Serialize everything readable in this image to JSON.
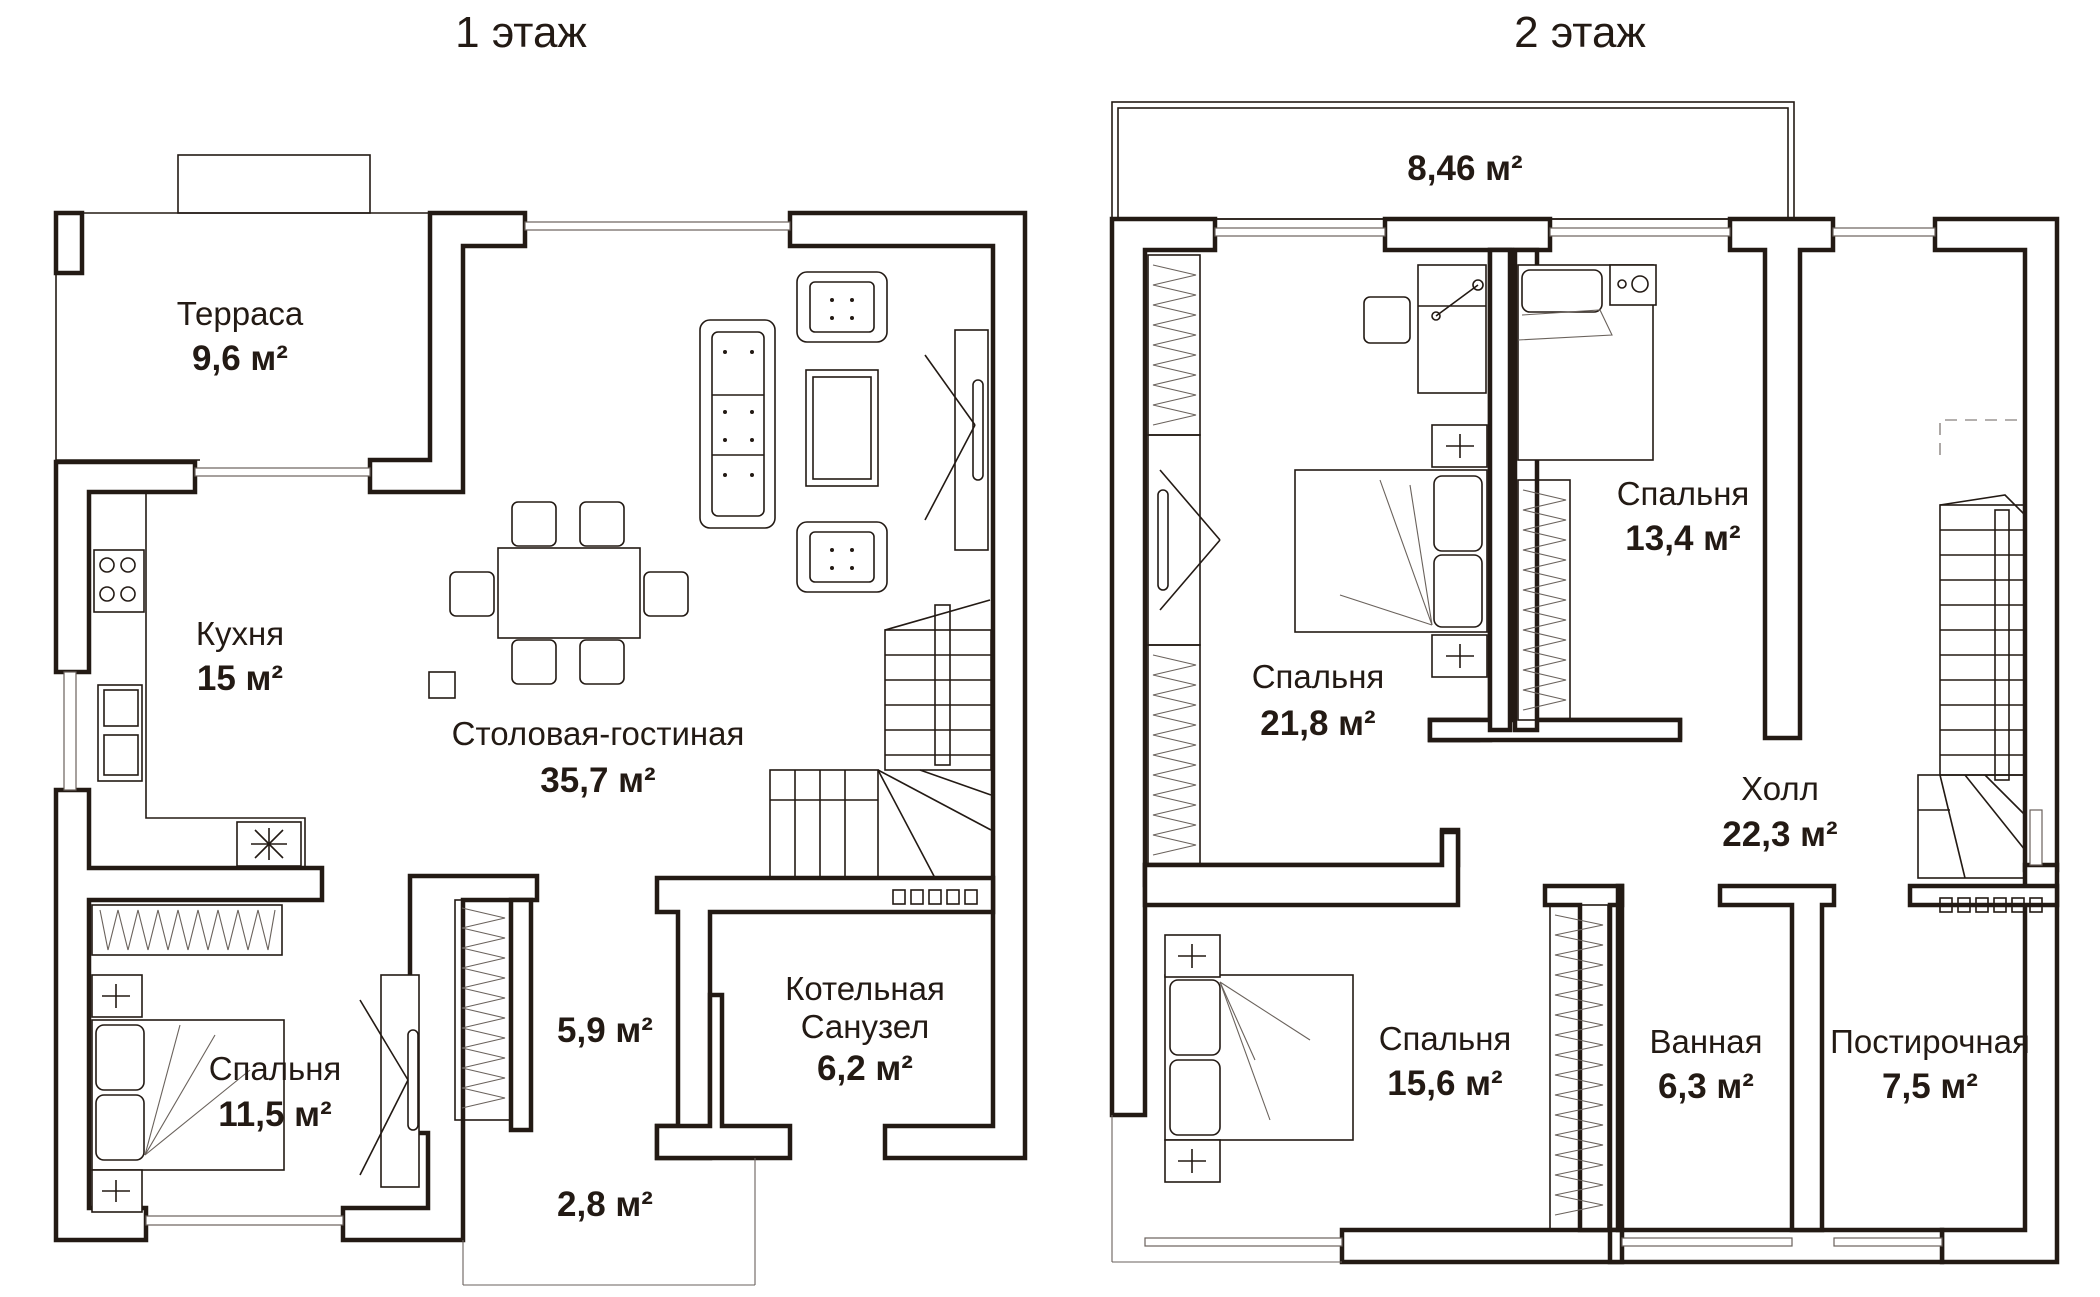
{
  "floors": [
    {
      "title": "1 этаж",
      "rooms": [
        {
          "name": "Терраса",
          "area": "9,6 м²"
        },
        {
          "name": "Кухня",
          "area": "15 м²"
        },
        {
          "name": "Столовая-гостиная",
          "area": "35,7 м²"
        },
        {
          "name": "Спальня",
          "area": "11,5 м²"
        },
        {
          "name": "",
          "area": "5,9 м²"
        },
        {
          "name_lines": [
            "Котельная",
            "Санузел"
          ],
          "area": "6,2 м²"
        },
        {
          "name": "",
          "area": "2,8 м²"
        }
      ]
    },
    {
      "title": "2 этаж",
      "rooms": [
        {
          "name": "",
          "area": "8,46 м²"
        },
        {
          "name": "Спальня",
          "area": "13,4 м²"
        },
        {
          "name": "Спальня",
          "area": "21,8 м²"
        },
        {
          "name": "Холл",
          "area": "22,3 м²"
        },
        {
          "name": "Спальня",
          "area": "15,6 м²"
        },
        {
          "name": "Ванная",
          "area": "6,3 м²"
        },
        {
          "name": "Постирочная",
          "area": "7,5 м²"
        }
      ]
    }
  ],
  "colors": {
    "wall": "#231a14",
    "background": "#ffffff"
  }
}
